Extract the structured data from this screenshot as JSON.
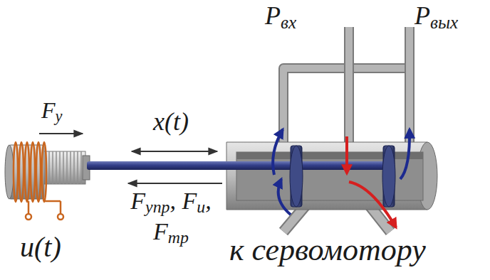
{
  "diagram": {
    "labels": [
      "Fу",
      "x(t)",
      "Fупр, Fи, Fтр",
      "u(t)",
      "Pвх",
      "Pвых",
      "к сервомотору"
    ]
  }
}
